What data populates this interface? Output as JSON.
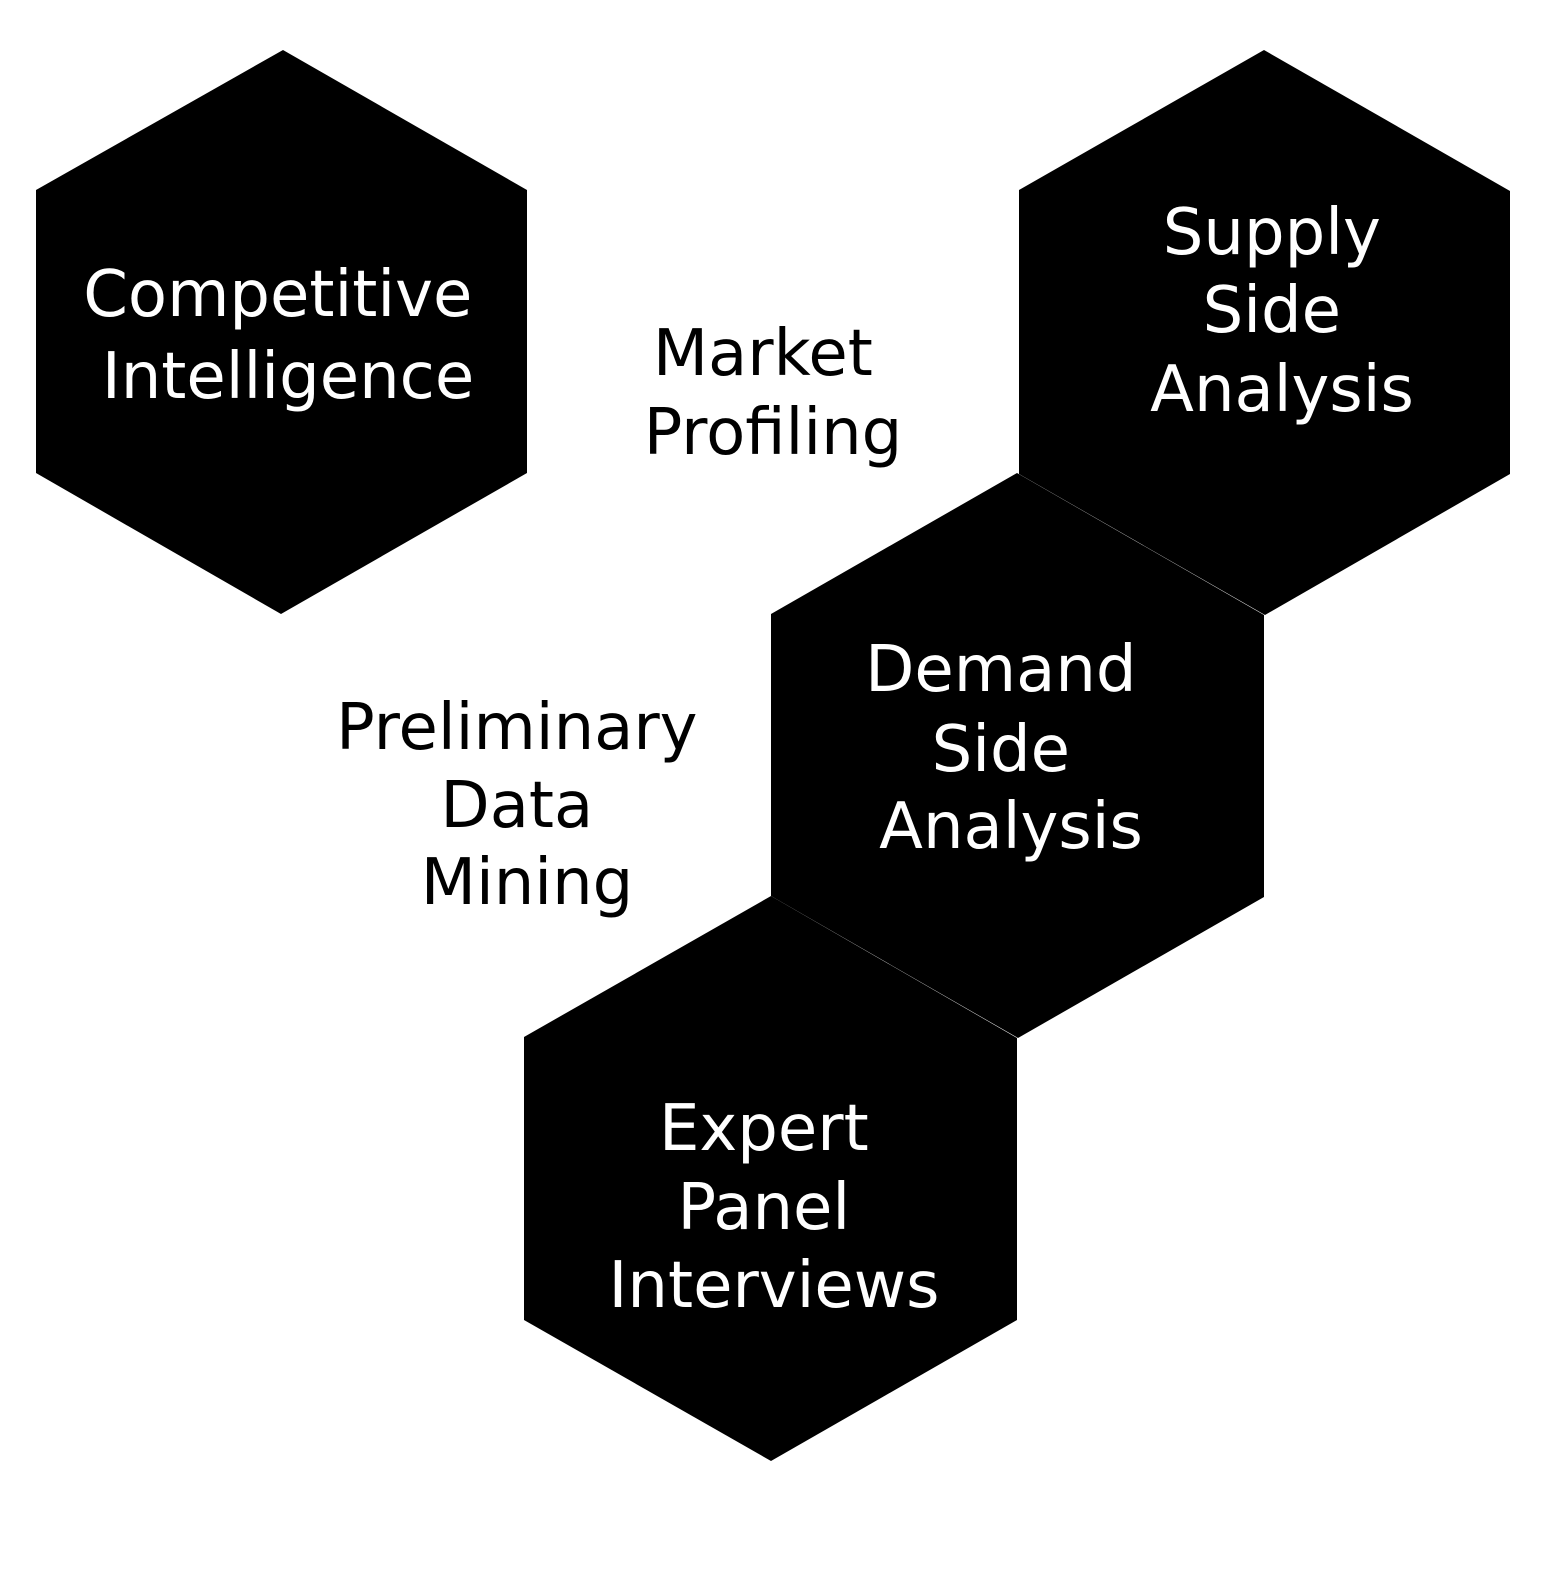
{
  "diagram": {
    "background_color": "#ffffff",
    "hexagon_color": "#000000",
    "hexagons": [
      {
        "id": "competitive-intelligence",
        "lines": [
          "Competitive",
          "Intelligence"
        ]
      },
      {
        "id": "supply-side-analysis",
        "lines": [
          "Supply",
          "Side",
          "Analysis"
        ]
      },
      {
        "id": "demand-side-analysis",
        "lines": [
          "Demand",
          "Side",
          "Analysis"
        ]
      },
      {
        "id": "expert-panel-interviews",
        "lines": [
          "Expert",
          "Panel",
          "Interviews"
        ]
      }
    ],
    "labels": [
      {
        "id": "market-profiling",
        "lines": [
          "Market",
          "Profiling"
        ]
      },
      {
        "id": "preliminary-data-mining",
        "lines": [
          "Preliminary",
          "Data",
          "Mining"
        ]
      }
    ]
  }
}
